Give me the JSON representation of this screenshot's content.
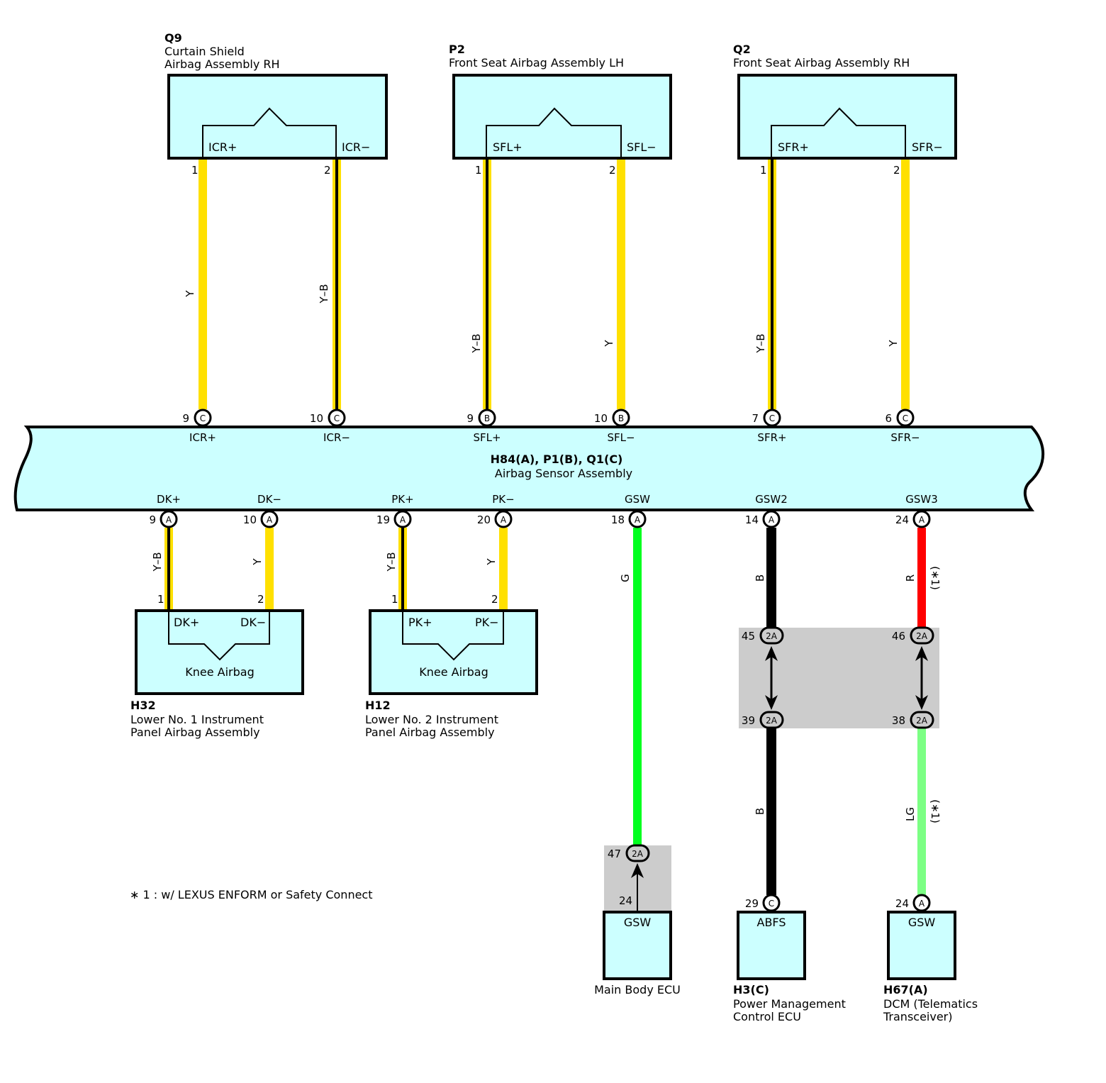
{
  "colors": {
    "Y": "#ffe000",
    "B": "#000000",
    "G": "#00ff1e",
    "R": "#ff0000",
    "LG": "#7cff84",
    "body": "#ccffff",
    "junction": "#cccccc"
  },
  "sensor": {
    "code": "H84(A), P1(B), Q1(C)",
    "name": "Airbag Sensor Assembly"
  },
  "top_components": [
    {
      "code": "Q9",
      "name1": "Curtain Shield",
      "name2": "Airbag Assembly RH",
      "term_pos": "ICR+",
      "term_neg": "ICR−",
      "pin_pos": "1",
      "pin_neg": "2"
    },
    {
      "code": "P2",
      "name1": "",
      "name2": "Front Seat Airbag Assembly LH",
      "term_pos": "SFL+",
      "term_neg": "SFL−",
      "pin_pos": "1",
      "pin_neg": "2"
    },
    {
      "code": "Q2",
      "name1": "",
      "name2": "Front Seat Airbag Assembly RH",
      "term_pos": "SFR+",
      "term_neg": "SFR−",
      "pin_pos": "1",
      "pin_neg": "2"
    }
  ],
  "top_wires": [
    {
      "color": "Y",
      "color_label": "Y",
      "sensor_pin": "9",
      "connector": "C",
      "sensor_term": "ICR+"
    },
    {
      "color": "Y-B",
      "color_label": "Y–B",
      "sensor_pin": "10",
      "connector": "C",
      "sensor_term": "ICR−"
    },
    {
      "color": "Y-B",
      "color_label": "Y–B",
      "sensor_pin": "9",
      "connector": "B",
      "sensor_term": "SFL+"
    },
    {
      "color": "Y",
      "color_label": "Y",
      "sensor_pin": "10",
      "connector": "B",
      "sensor_term": "SFL−"
    },
    {
      "color": "Y-B",
      "color_label": "Y–B",
      "sensor_pin": "7",
      "connector": "C",
      "sensor_term": "SFR+"
    },
    {
      "color": "Y",
      "color_label": "Y",
      "sensor_pin": "6",
      "connector": "C",
      "sensor_term": "SFR−"
    }
  ],
  "bottom_wires": [
    {
      "color": "Y-B",
      "color_label": "Y–B",
      "sensor_term": "DK+",
      "sensor_pin": "9",
      "connector": "A",
      "dest_pin": "1"
    },
    {
      "color": "Y",
      "color_label": "Y",
      "sensor_term": "DK−",
      "sensor_pin": "10",
      "connector": "A",
      "dest_pin": "2"
    },
    {
      "color": "Y-B",
      "color_label": "Y–B",
      "sensor_term": "PK+",
      "sensor_pin": "19",
      "connector": "A",
      "dest_pin": "1"
    },
    {
      "color": "Y",
      "color_label": "Y",
      "sensor_term": "PK−",
      "sensor_pin": "20",
      "connector": "A",
      "dest_pin": "2"
    },
    {
      "color": "G",
      "color_label": "G",
      "sensor_term": "GSW",
      "sensor_pin": "18",
      "connector": "A"
    },
    {
      "color": "B",
      "color_label": "B",
      "sensor_term": "GSW2",
      "sensor_pin": "14",
      "connector": "A",
      "lower_label": "B"
    },
    {
      "color": "R",
      "color_label": "R",
      "note": "(∗1)",
      "sensor_term": "GSW3",
      "sensor_pin": "24",
      "connector": "A",
      "lower_color": "LG",
      "lower_label": "LG",
      "lower_note": "(∗1)"
    }
  ],
  "knee": [
    {
      "code": "H32",
      "line1": "Lower No.  1 Instrument",
      "line2": "Panel Airbag Assembly",
      "label": "Knee Airbag",
      "term_pos": "DK+",
      "term_neg": "DK−"
    },
    {
      "code": "H12",
      "line1": "Lower No.  2 Instrument",
      "line2": "Panel Airbag Assembly",
      "label": "Knee Airbag",
      "term_pos": "PK+",
      "term_neg": "PK−"
    }
  ],
  "junctions": [
    {
      "pin": "47",
      "code": "2A",
      "below_pin": "24"
    },
    {
      "pin_top": "45",
      "pin_bottom": "39",
      "code": "2A"
    },
    {
      "pin_top": "46",
      "pin_bottom": "38",
      "code": "2A"
    }
  ],
  "bottom_components": [
    {
      "code": "",
      "term": "GSW",
      "name1": "Main Body ECU",
      "name2": ""
    },
    {
      "code": "H3(C)",
      "term": "ABFS",
      "name1": "Power Management",
      "name2": "Control ECU",
      "pin": "29",
      "connector": "C"
    },
    {
      "code": "H67(A)",
      "term": "GSW",
      "name1": "DCM (Telematics",
      "name2": "Transceiver)",
      "pin": "24",
      "connector": "A"
    }
  ],
  "footnote": "∗ 1 : w/ LEXUS ENFORM or Safety Connect"
}
